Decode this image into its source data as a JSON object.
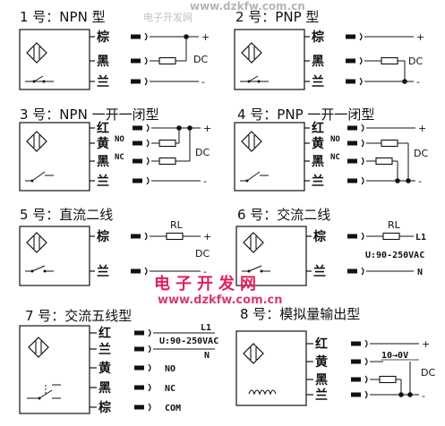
{
  "watermark": {
    "top_line1": "www.dzkfw.com.cn",
    "top_line2": "电子开发网"
  },
  "brand": {
    "name": "电子开发网",
    "url": "www.dzkfw.com.cn"
  },
  "diagrams": [
    {
      "title": "1 号：NPN 型",
      "wires": [
        "棕",
        "黑",
        "兰"
      ],
      "power_label": "DC",
      "plus": "+",
      "minus": "-"
    },
    {
      "title": "2 号：PNP 型",
      "wires": [
        "棕",
        "黑",
        "兰"
      ],
      "power_label": "DC",
      "plus": "+",
      "minus": "-"
    },
    {
      "title": "3 号：NPN 一开一闭型",
      "wires": [
        "红",
        "黄",
        "黑",
        "兰"
      ],
      "no": "NO",
      "nc": "NC",
      "power_label": "DC",
      "plus": "+",
      "minus": "-"
    },
    {
      "title": "4 号：PNP 一开一闭型",
      "wires": [
        "红",
        "黄",
        "黑",
        "兰"
      ],
      "no": "NO",
      "nc": "NC",
      "power_label": "DC",
      "plus": "+",
      "minus": "-"
    },
    {
      "title": "5 号：直流二线",
      "wires": [
        "棕",
        "兰"
      ],
      "load": "RL",
      "power_label": "DC",
      "plus": "+",
      "minus": "-"
    },
    {
      "title": "6 号：交流二线",
      "wires": [
        "棕",
        "兰"
      ],
      "load": "RL",
      "l1": "L1",
      "n": "N",
      "voltage": "U:90-250VAC"
    },
    {
      "title": "7 号：交流五线型",
      "wires": [
        "红",
        "兰",
        "黄",
        "黑",
        "棕"
      ],
      "l1": "L1",
      "n": "N",
      "voltage": "U:90-250VAC",
      "no": "NO",
      "nc": "NC",
      "com": "COM"
    },
    {
      "title": "8 号：模拟量输出型",
      "wires": [
        "红",
        "黄",
        "黑",
        "兰"
      ],
      "range": "10→0V",
      "power_label": "DC",
      "plus": "+",
      "minus": "-"
    }
  ]
}
